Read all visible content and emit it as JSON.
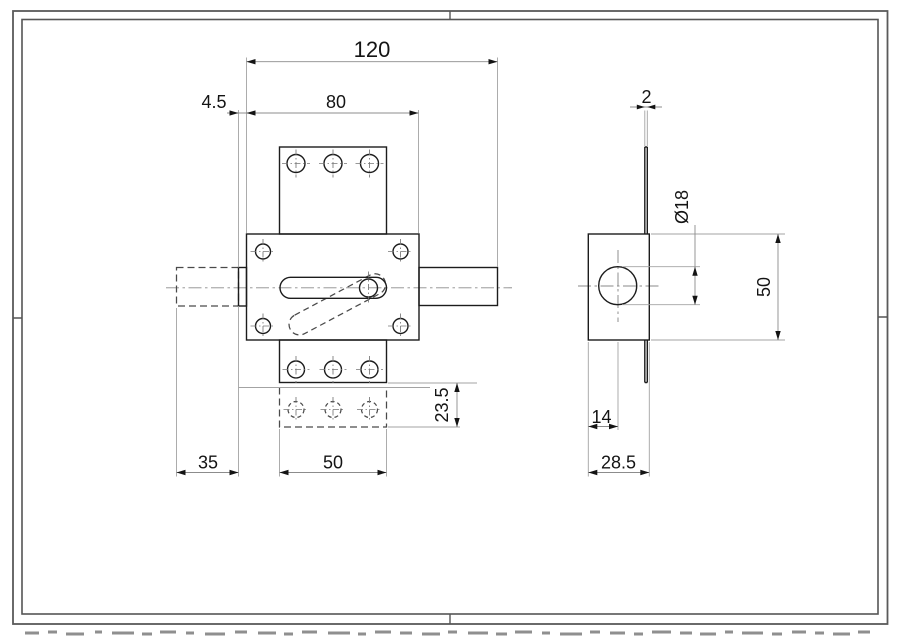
{
  "sheet": {
    "background": "#ffffff",
    "border_color": "#555555"
  },
  "line_colors": {
    "outline": "#1c1c1c",
    "hidden": "#4a4a4a",
    "dimension": "#8c8c8c",
    "extension": "#a3a3a3",
    "centerline": "#8a8a8a",
    "text": "#141414"
  },
  "dimensions": {
    "front": {
      "total_length": "120",
      "body_width": "80",
      "bolt_offset": "4.5",
      "bolt_travel": "35",
      "plate_width": "50",
      "keeper_offset": "23.5"
    },
    "side": {
      "plate_thickness": "2",
      "knob_diameter": "Ø18",
      "body_height": "50",
      "hole_center_offset": "14",
      "body_depth": "28.5"
    }
  }
}
